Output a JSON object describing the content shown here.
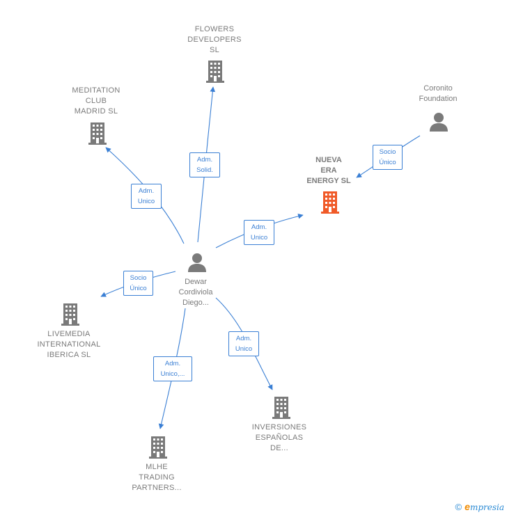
{
  "colors": {
    "edge": "#3a7fd4",
    "company_icon": "#7a7a7a",
    "focus_icon": "#f05a28",
    "person_icon": "#7a7a7a"
  },
  "nodes": {
    "flowers": {
      "label": "FLOWERS\nDEVELOPERS\nSL",
      "icon": "building-icon"
    },
    "meditation": {
      "label": "MEDITATION\nCLUB\nMADRID  SL",
      "icon": "building-icon"
    },
    "coronito": {
      "label": "Coronito\nFoundation",
      "icon": "person-icon"
    },
    "nueva_era": {
      "label": "NUEVA\nERA\nENERGY  SL",
      "icon": "building-icon"
    },
    "dewar": {
      "label": "Dewar\nCordiviola\nDiego...",
      "icon": "person-icon"
    },
    "livemedia": {
      "label": "LIVEMEDIA\nINTERNATIONAL\nIBERICA  SL",
      "icon": "building-icon"
    },
    "inversiones": {
      "label": "INVERSIONES\nESPAÑOLAS\nDE...",
      "icon": "building-icon"
    },
    "mlhe": {
      "label": "MLHE\nTRADING\nPARTNERS...",
      "icon": "building-icon"
    }
  },
  "edges": {
    "to_flowers": "Adm.\nSolid.",
    "to_meditation": "Adm.\nUnico",
    "to_nueva_era": "Adm.\nUnico",
    "coronito_to_nueva_era": "Socio\nÚnico",
    "to_livemedia": "Socio\nÚnico",
    "to_inversiones": "Adm.\nUnico",
    "to_mlhe": "Adm.\nUnico,..."
  },
  "footer": {
    "copyright": "©",
    "brand_initial": "e",
    "brand_rest": "mpresia"
  }
}
